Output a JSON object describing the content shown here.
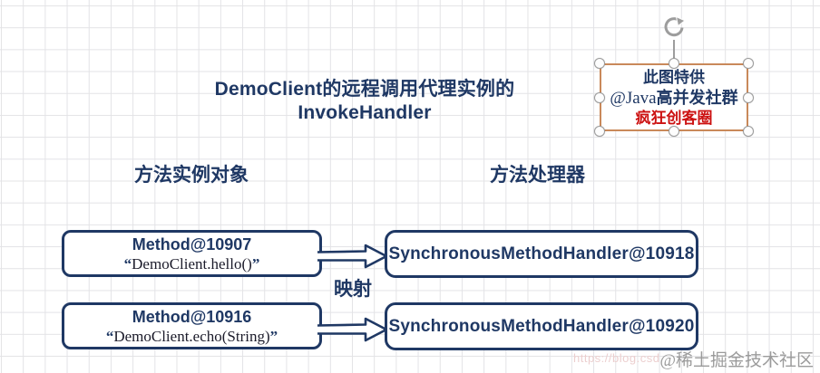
{
  "title": {
    "line1": "DemoClient的远程调用代理实例的",
    "line2": "InvokeHandler"
  },
  "badge": {
    "line1": "此图特供",
    "line2_prefix": "@Java",
    "line2_suffix": "高并发社群",
    "line3": "疯狂创客圈"
  },
  "columns": {
    "left_header": "方法实例对象",
    "right_header": "方法处理器"
  },
  "mapping_label": "映射",
  "rows": [
    {
      "method_title": "Method@10907",
      "quote_open": "“",
      "method_code": "DemoClient.hello()",
      "quote_close": "”",
      "handler_label": "SynchronousMethodHandler@10918"
    },
    {
      "method_title": "Method@10916",
      "quote_open": "“",
      "method_code": "DemoClient.echo(String)",
      "quote_close": "”",
      "handler_label": "SynchronousMethodHandler@10920"
    }
  ],
  "watermarks": {
    "url_fragment": "https://blog.csd",
    "community": "@稀土掘金技术社区"
  },
  "colors": {
    "navy": "#1f3864",
    "red": "#cc1111",
    "badge_border": "#c9895a",
    "handle_gray": "#9d9d9d",
    "watermark_gray": "#9b9b9b",
    "grid": "#e3e3e6"
  }
}
